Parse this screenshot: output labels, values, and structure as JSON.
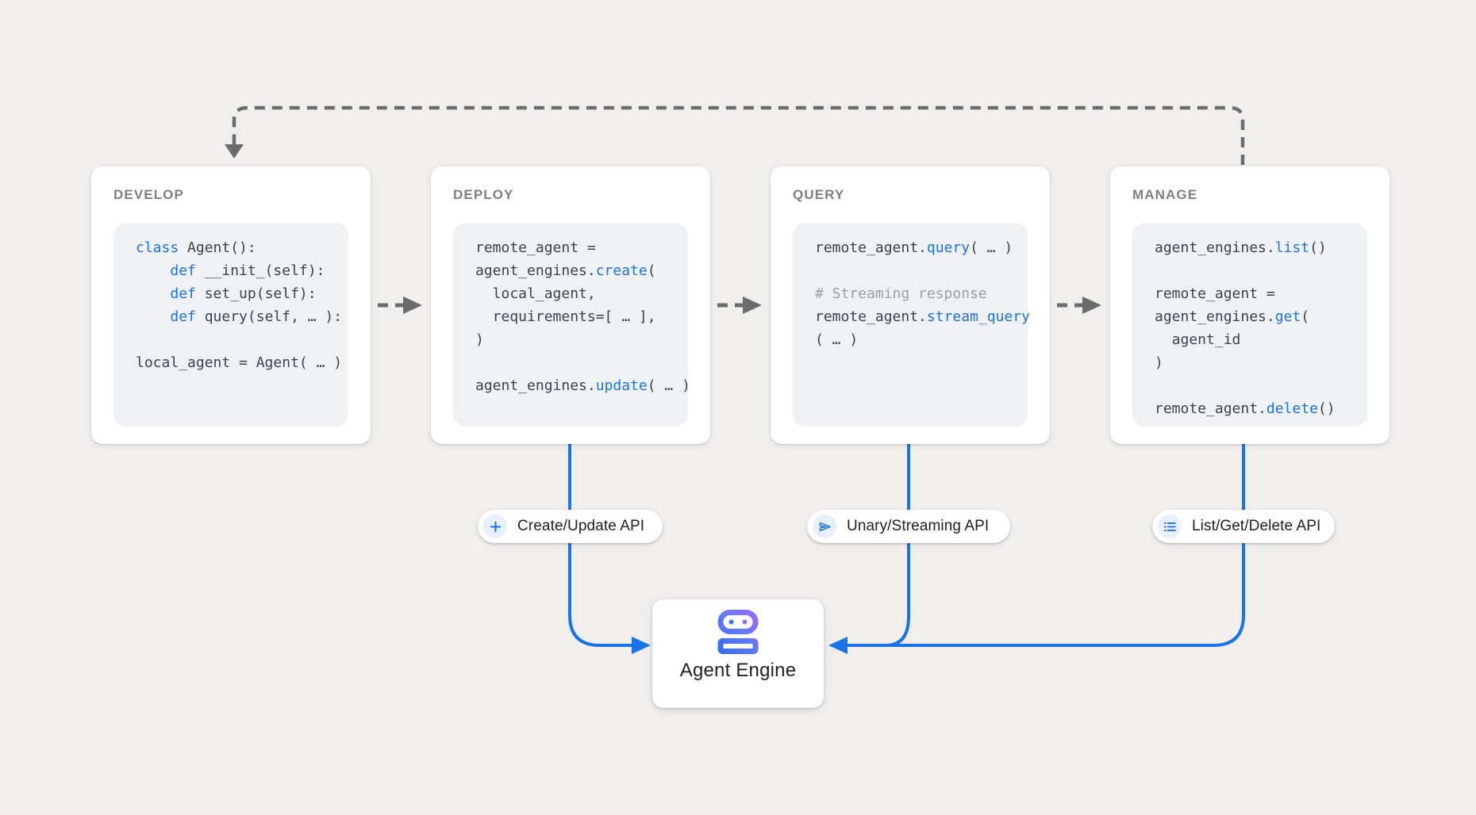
{
  "colors": {
    "accent_blue": "#1a73e8",
    "connector_blue": "#1a73e8",
    "connector_gray": "#6a6d6f",
    "robot_gradient_blue": "#2f6bf3",
    "robot_gradient_purple": "#a266fa",
    "comment_gray": "#9aa0a6"
  },
  "cards": [
    {
      "id": "develop",
      "title": "DEVELOP",
      "code": [
        [
          {
            "t": "class",
            "s": "kw"
          },
          {
            "t": " Agent():",
            "s": "p"
          }
        ],
        [
          {
            "t": "    ",
            "s": "p"
          },
          {
            "t": "def",
            "s": "kw"
          },
          {
            "t": " __init_(self):",
            "s": "p"
          }
        ],
        [
          {
            "t": "    ",
            "s": "p"
          },
          {
            "t": "def",
            "s": "kw"
          },
          {
            "t": " set_up(self):",
            "s": "p"
          }
        ],
        [
          {
            "t": "    ",
            "s": "p"
          },
          {
            "t": "def",
            "s": "kw"
          },
          {
            "t": " query(self, … ):",
            "s": "p"
          }
        ],
        [],
        [
          {
            "t": "local_agent = Agent( … )",
            "s": "p"
          }
        ]
      ]
    },
    {
      "id": "deploy",
      "title": "DEPLOY",
      "code": [
        [
          {
            "t": "remote_agent =",
            "s": "p"
          }
        ],
        [
          {
            "t": "agent_engines.",
            "s": "p"
          },
          {
            "t": "create",
            "s": "kw"
          },
          {
            "t": "(",
            "s": "p"
          }
        ],
        [
          {
            "t": "  local_agent,",
            "s": "p"
          }
        ],
        [
          {
            "t": "  requirements=[ … ],",
            "s": "p"
          }
        ],
        [
          {
            "t": ")",
            "s": "p"
          }
        ],
        [],
        [
          {
            "t": "agent_engines.",
            "s": "p"
          },
          {
            "t": "update",
            "s": "kw"
          },
          {
            "t": "( … )",
            "s": "p"
          }
        ]
      ]
    },
    {
      "id": "query",
      "title": "QUERY",
      "code": [
        [
          {
            "t": "remote_agent.",
            "s": "p"
          },
          {
            "t": "query",
            "s": "kw"
          },
          {
            "t": "( … )",
            "s": "p"
          }
        ],
        [],
        [
          {
            "t": "# Streaming response",
            "s": "c"
          }
        ],
        [
          {
            "t": "remote_agent.",
            "s": "p"
          },
          {
            "t": "stream_query",
            "s": "kw"
          }
        ],
        [
          {
            "t": "( … )",
            "s": "p"
          }
        ]
      ]
    },
    {
      "id": "manage",
      "title": "MANAGE",
      "code": [
        [
          {
            "t": "agent_engines.",
            "s": "p"
          },
          {
            "t": "list",
            "s": "kw"
          },
          {
            "t": "()",
            "s": "p"
          }
        ],
        [],
        [
          {
            "t": "remote_agent =",
            "s": "p"
          }
        ],
        [
          {
            "t": "agent_engines.",
            "s": "p"
          },
          {
            "t": "get",
            "s": "kw"
          },
          {
            "t": "(",
            "s": "p"
          }
        ],
        [
          {
            "t": "  agent_id",
            "s": "p"
          }
        ],
        [
          {
            "t": ")",
            "s": "p"
          }
        ],
        [],
        [
          {
            "t": "remote_agent.",
            "s": "p"
          },
          {
            "t": "delete",
            "s": "kw"
          },
          {
            "t": "()",
            "s": "p"
          }
        ]
      ]
    }
  ],
  "pills": [
    {
      "id": "create-update",
      "icon": "plus-icon",
      "label": "Create/Update API"
    },
    {
      "id": "unary-streaming",
      "icon": "send-icon",
      "label": "Unary/Streaming API"
    },
    {
      "id": "list-get-delete",
      "icon": "list-icon",
      "label": "List/Get/Delete API"
    }
  ],
  "engine": {
    "label": "Agent Engine",
    "icon": "robot-icon"
  }
}
